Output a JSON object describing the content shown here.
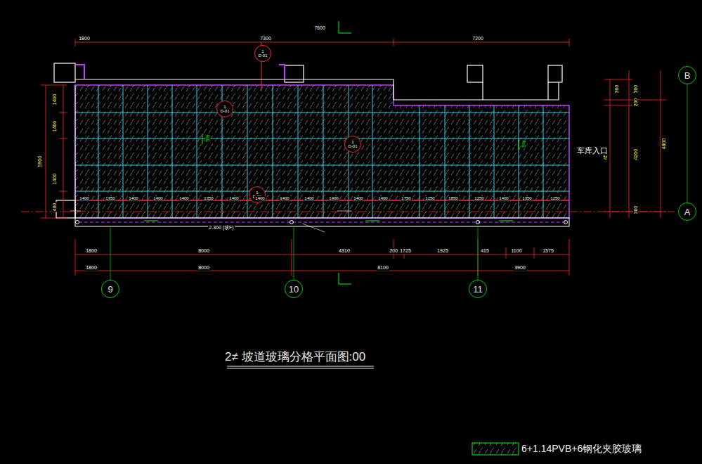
{
  "diagram": {
    "title": "2≠ 坡道玻璃分格平面图:00",
    "nodes": [
      {
        "text": [
          "B"
        ]
      },
      {
        "text": [
          "A"
        ]
      },
      {
        "text": [
          "9"
        ]
      },
      {
        "text": [
          "10"
        ]
      },
      {
        "text": [
          "11"
        ]
      },
      {
        "text": [
          "1",
          "D-01"
        ]
      },
      {
        "text": [
          "1",
          "D-01"
        ]
      },
      {
        "text": [
          "1",
          "D-01"
        ]
      },
      {
        "text": [
          "1",
          "D-01"
        ]
      }
    ],
    "labels": [
      "7600",
      "1800",
      "7300",
      "7200",
      "5900",
      "1400",
      "1400",
      "1400",
      "400",
      "300",
      "300",
      "200",
      "4200",
      "4590",
      "4800",
      "300",
      "1400",
      "1350",
      "1400",
      "1400",
      "1400",
      "1350",
      "1400",
      "1400",
      "1400",
      "1400",
      "1400",
      "1400",
      "1400",
      "1750",
      "1250",
      "1850",
      "1250",
      "1400",
      "1350",
      "1250",
      "1800",
      "8000",
      "4310",
      "200",
      "1725",
      "1925",
      "415",
      "1100",
      "1575",
      "1800",
      "8000",
      "8100",
      "3900",
      "车库入口",
      "2.300 (坡F)",
      "5%",
      "5%"
    ],
    "legend": [
      {
        "text": "6+1.14PVB+6钢化夹胶玻璃"
      }
    ]
  }
}
